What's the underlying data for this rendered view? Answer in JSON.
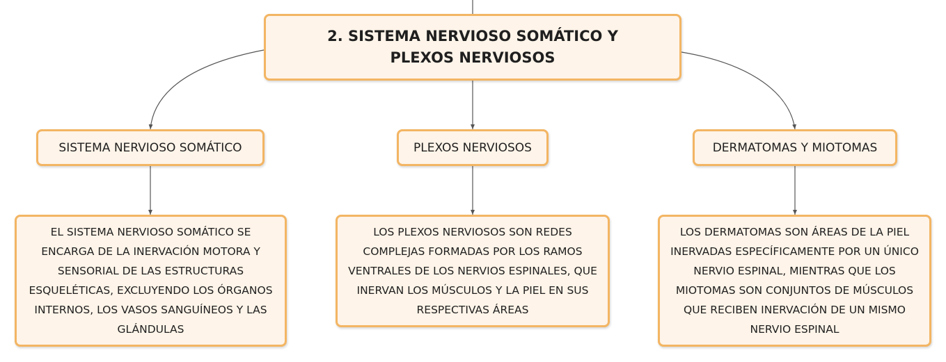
{
  "diagram": {
    "root": {
      "title": "2. SISTEMA NERVIOSO SOMÁTICO Y PLEXOS NERVIOSOS"
    },
    "branches": [
      {
        "label": "SISTEMA NERVIOSO SOMÁTICO",
        "detail": "EL SISTEMA NERVIOSO SOMÁTICO SE ENCARGA DE LA INERVACIÓN MOTORA Y SENSORIAL DE LAS ESTRUCTURAS ESQUELÉTICAS, EXCLUYENDO LOS ÓRGANOS INTERNOS, LOS VASOS SANGUÍNEOS Y LAS GLÁNDULAS"
      },
      {
        "label": "PLEXOS NERVIOSOS",
        "detail": "LOS PLEXOS NERVIOSOS SON REDES COMPLEJAS FORMADAS POR LOS RAMOS VENTRALES DE LOS NERVIOS ESPINALES, QUE INERVAN LOS MÚSCULOS Y LA PIEL EN SUS RESPECTIVAS ÁREAS"
      },
      {
        "label": "DERMATOMAS Y MIOTOMAS",
        "detail": "LOS DERMATOMAS SON ÁREAS DE LA PIEL INERVADAS ESPECÍFICAMENTE POR UN ÚNICO NERVIO ESPINAL, MIENTRAS QUE LOS MIOTOMAS SON CONJUNTOS DE MÚSCULOS QUE RECIBEN INERVACIÓN DE UN MISMO NERVIO ESPINAL"
      }
    ],
    "colors": {
      "node_fill": "#fef4e9",
      "node_border": "#f3b563",
      "connector": "#555555",
      "text": "#1f1f1f"
    }
  }
}
